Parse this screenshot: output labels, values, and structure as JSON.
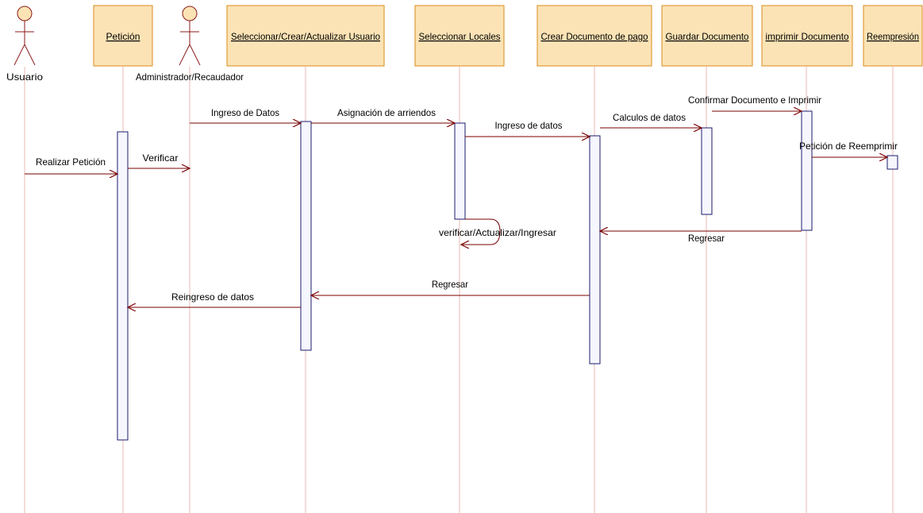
{
  "colors": {
    "object_fill": "#fbe3b5",
    "object_stroke": "#d98b1a",
    "actor_stroke": "#8b1a1a",
    "lifeline": "#e8b8b0",
    "activation_fill": "#f6f6ff",
    "activation_stroke": "#1c1c6e",
    "message": "#7a0000",
    "text": "#000000"
  },
  "actors": [
    {
      "id": "usuario",
      "label": "Usuario"
    },
    {
      "id": "admin",
      "label": "Administrador/Recaudador"
    }
  ],
  "objects": [
    {
      "id": "peticion",
      "label": "Petición"
    },
    {
      "id": "usuario_obj",
      "label": "Seleccionar/Crear/Actualizar Usuario"
    },
    {
      "id": "locales",
      "label": "Seleccionar Locales"
    },
    {
      "id": "crear_doc",
      "label": "Crear Documento de pago"
    },
    {
      "id": "guardar",
      "label": "Guardar Documento"
    },
    {
      "id": "imprimir",
      "label": "imprimir Documento"
    },
    {
      "id": "reimpresion",
      "label": "Reempresión"
    }
  ],
  "messages": [
    {
      "id": "m1",
      "label": "Realizar Petición"
    },
    {
      "id": "m2",
      "label": "Verificar"
    },
    {
      "id": "m3",
      "label": "Ingreso de Datos"
    },
    {
      "id": "m4",
      "label": "Asignación de arriendos"
    },
    {
      "id": "m5",
      "label": "Ingreso de datos"
    },
    {
      "id": "m6",
      "label": "Calculos de datos"
    },
    {
      "id": "m7",
      "label": "Confirmar Documento e Imprimir"
    },
    {
      "id": "m8",
      "label": "Petición de Reemprimir"
    },
    {
      "id": "m9",
      "label": "verificar/Actualizar/Ingresar"
    },
    {
      "id": "m10",
      "label": "Regresar"
    },
    {
      "id": "m11",
      "label": "Regresar"
    },
    {
      "id": "m12",
      "label": "Reingreso  de datos"
    }
  ]
}
